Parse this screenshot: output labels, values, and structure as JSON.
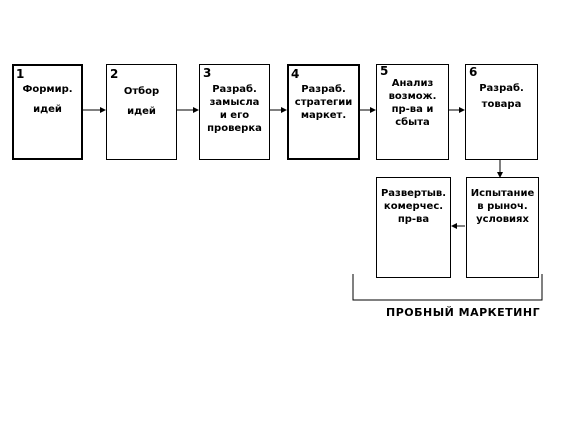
{
  "steps": [
    {
      "num": "1",
      "lines": [
        "Формир.",
        "идей"
      ]
    },
    {
      "num": "2",
      "lines": [
        "Отбор",
        "идей"
      ]
    },
    {
      "num": "3",
      "lines": [
        "Разраб.",
        "замысла",
        "и его",
        "проверка"
      ]
    },
    {
      "num": "4",
      "lines": [
        "Разраб.",
        "стратегии",
        "маркет."
      ]
    },
    {
      "num": "5",
      "lines": [
        "Анализ",
        "возмож.",
        "пр-ва и",
        "сбыта"
      ]
    },
    {
      "num": "6",
      "lines": [
        "Разраб.",
        "товара"
      ]
    },
    {
      "num": "",
      "lines": [
        "Испытание",
        "в рыноч.",
        "условиях"
      ]
    },
    {
      "num": "",
      "lines": [
        "Развертыв.",
        "комерчес.",
        "пр-ва"
      ]
    }
  ],
  "caption": "ПРОБНЫЙ МАРКЕТИНГ"
}
